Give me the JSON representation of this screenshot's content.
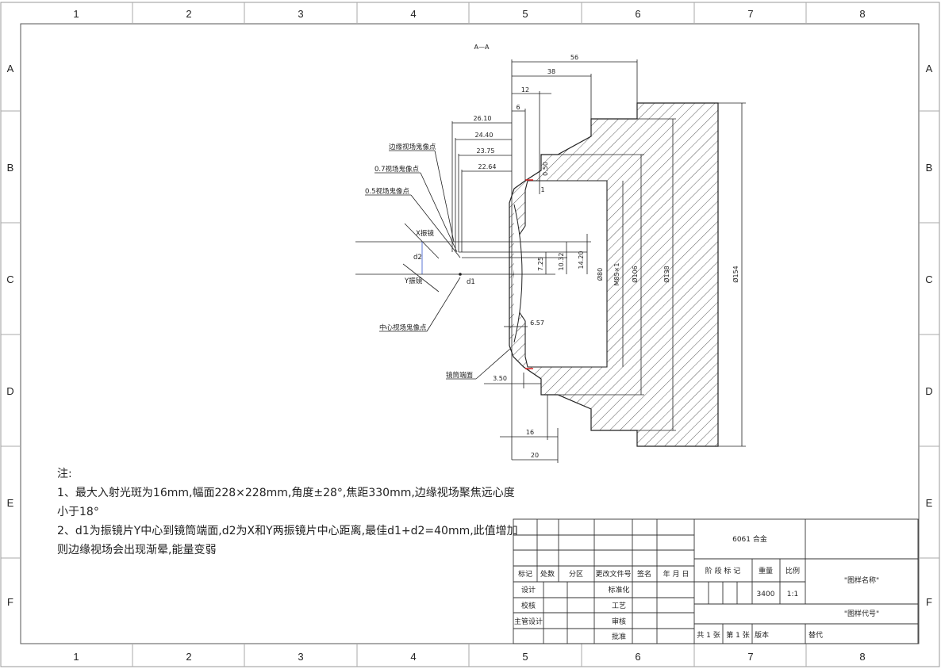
{
  "frame": {
    "col_labels": [
      "1",
      "2",
      "3",
      "4",
      "5",
      "6",
      "7",
      "8"
    ],
    "row_labels": [
      "A",
      "B",
      "C",
      "D",
      "E",
      "F"
    ]
  },
  "drawing": {
    "section_label": "A—A",
    "dims": {
      "d56": "56",
      "d38": "38",
      "d12": "12",
      "d6": "6",
      "d2610": "26.10",
      "d2440": "24.40",
      "d2375": "23.75",
      "d2264": "22.64",
      "d050": "0.50",
      "d1": "1",
      "d725": "7.25",
      "d1032": "10.32",
      "d1420": "14.20",
      "dia80": "Ø80",
      "m85": "M85×1",
      "dia106": "Ø106",
      "dia138": "Ø138",
      "dia154": "Ø154",
      "d657": "6.57",
      "d350": "3.50",
      "d16": "16",
      "d20": "20"
    },
    "labels": {
      "edge_ghost": "边缘视场鬼像点",
      "ghost07": "0.7视场鬼像点",
      "ghost05": "0.5视场鬼像点",
      "x_mirror": "X振镜",
      "y_mirror": "Y振镜",
      "d2": "d2",
      "d1": "d1",
      "center_ghost": "中心视场鬼像点",
      "barrel_face": "镜筒端面"
    }
  },
  "notes": {
    "title": "注:",
    "line1": "1、最大入射光斑为16mm,幅面228×228mm,角度±28°,焦距330mm,边缘视场聚焦远心度",
    "line1b": "小于18°",
    "line2": "2、d1为振镜片Y中心到镜筒端面,d2为X和Y两振镜片中心距离,最佳d1+d2=40mm,此值增加",
    "line2b": "则边缘视场会出现渐晕,能量变弱"
  },
  "title_block": {
    "material": "6061 合金",
    "rev_headers": [
      "标记",
      "处数",
      "分区",
      "更改文件号",
      "签名",
      "年 月 日"
    ],
    "sign_left": [
      "设计",
      "校核",
      "主管设计"
    ],
    "sign_mid": [
      "标准化",
      "工艺",
      "审核",
      "批准"
    ],
    "stage_label": "阶 段 标 记",
    "weight_label": "重量",
    "scale_label": "比例",
    "weight": "3400",
    "scale": "1:1",
    "drawing_name": "\"图样名称\"",
    "drawing_code": "\"图样代号\"",
    "sheets": "共 1 张",
    "sheet_no": "第 1 张",
    "version": "版本",
    "replace": "替代"
  }
}
